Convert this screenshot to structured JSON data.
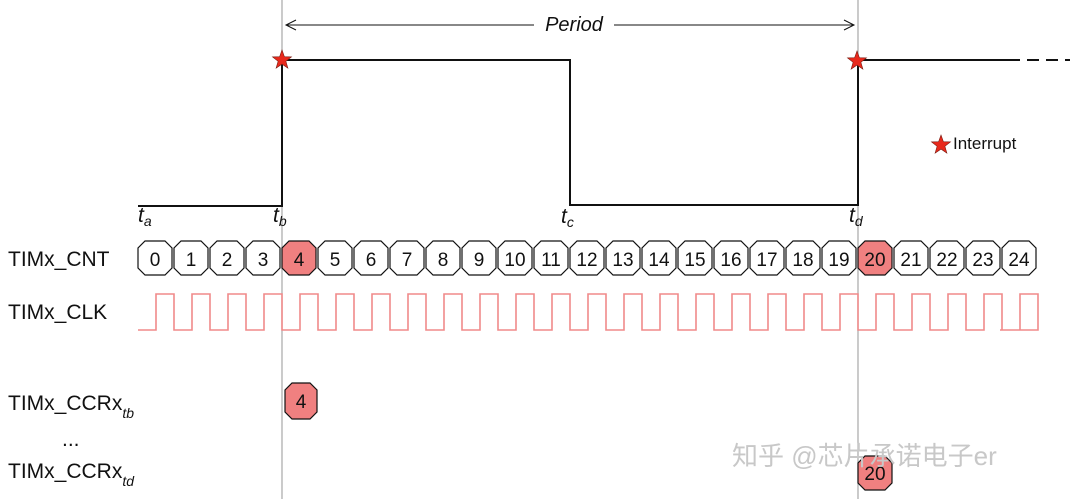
{
  "period_label": "Period",
  "time_markers": [
    {
      "main": "t",
      "sub": "a"
    },
    {
      "main": "t",
      "sub": "b"
    },
    {
      "main": "t",
      "sub": "c"
    },
    {
      "main": "t",
      "sub": "d"
    }
  ],
  "rows": {
    "cnt": "TIMx_CNT",
    "clk": "TIMx_CLK",
    "ccr_b": {
      "main": "TIMx_CCRx",
      "sub": "tb"
    },
    "ellipsis": "...",
    "ccr_d": {
      "main": "TIMx_CCRx",
      "sub": "td"
    }
  },
  "counter_values": [
    "0",
    "1",
    "2",
    "3",
    "4",
    "5",
    "6",
    "7",
    "8",
    "9",
    "10",
    "11",
    "12",
    "13",
    "14",
    "15",
    "16",
    "17",
    "18",
    "19",
    "20",
    "21",
    "22",
    "23",
    "24"
  ],
  "highlighted_counts": [
    "4",
    "20"
  ],
  "ccr_values": {
    "b": "4",
    "d": "20"
  },
  "legend": {
    "interrupt": "Interrupt",
    "icon": "red-star-icon"
  },
  "watermark": "知乎 @芯片承诺电子er",
  "colors": {
    "highlight_fill": "#f08080",
    "star": "#e8291c",
    "clock_line": "#f08a8a",
    "signal_line": "#111111",
    "guide_line": "#a8a8a8"
  }
}
